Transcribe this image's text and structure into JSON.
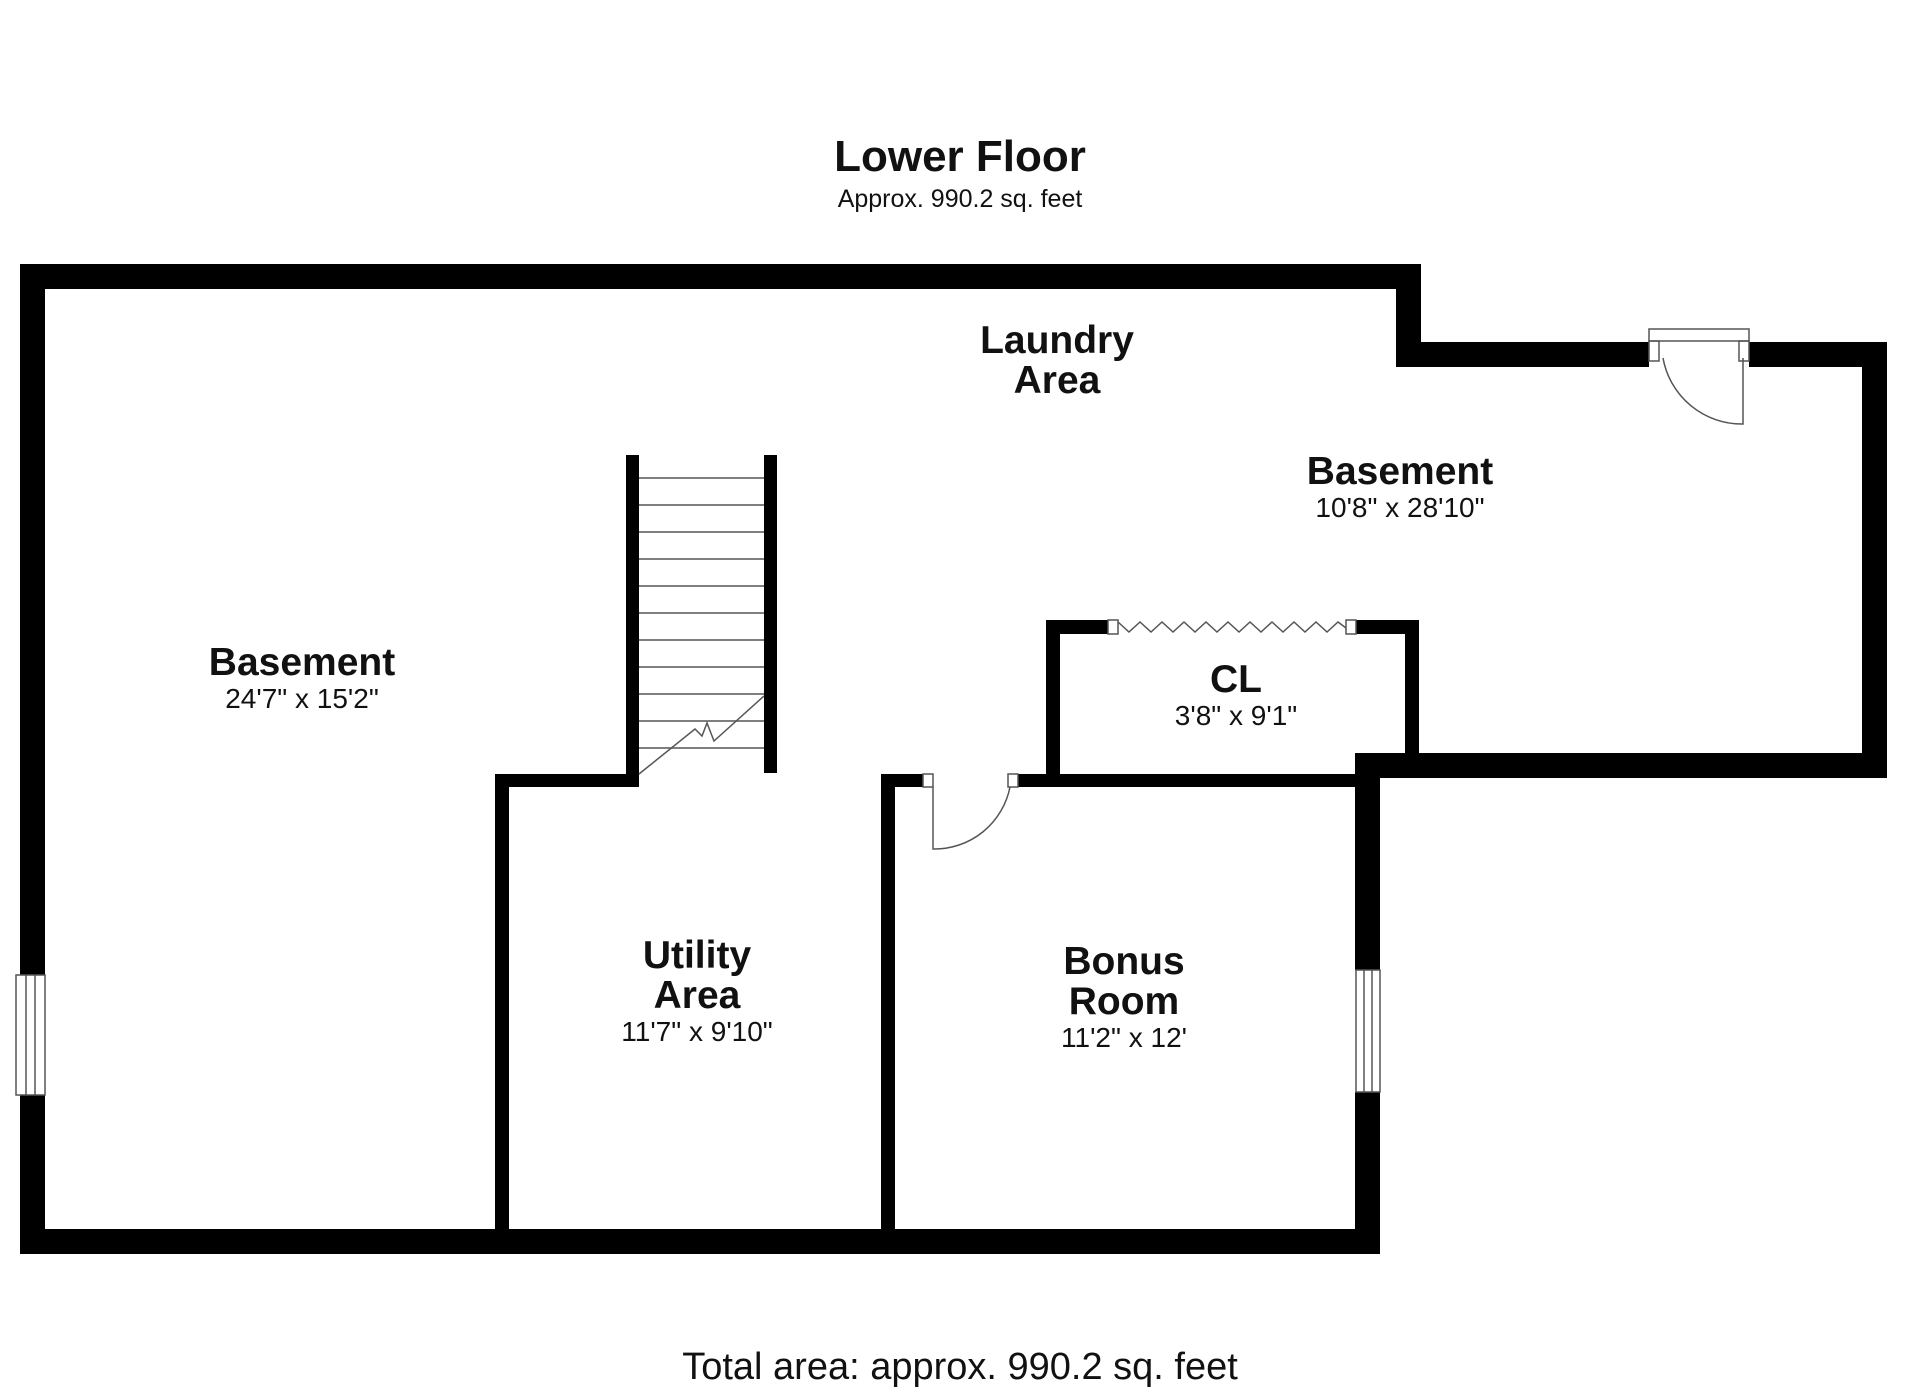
{
  "floor": {
    "title": "Lower Floor",
    "subtitle": "Approx. 990.2 sq. feet"
  },
  "rooms": {
    "laundry": {
      "line1": "Laundry",
      "line2": "Area"
    },
    "basement_east": {
      "name": "Basement",
      "dims": "10'8\" x 28'10\""
    },
    "basement_west": {
      "name": "Basement",
      "dims": "24'7\" x 15'2\""
    },
    "closet": {
      "name": "CL",
      "dims": "3'8\" x 9'1\""
    },
    "utility": {
      "line1": "Utility",
      "line2": "Area",
      "dims": "11'7\" x 9'10\""
    },
    "bonus": {
      "line1": "Bonus",
      "line2": "Room",
      "dims": "11'2\" x 12'"
    }
  },
  "footer": {
    "total": "Total area: approx. 990.2 sq. feet"
  },
  "colors": {
    "wall": "#000000",
    "background": "#ffffff",
    "fixture_line": "#555555"
  }
}
